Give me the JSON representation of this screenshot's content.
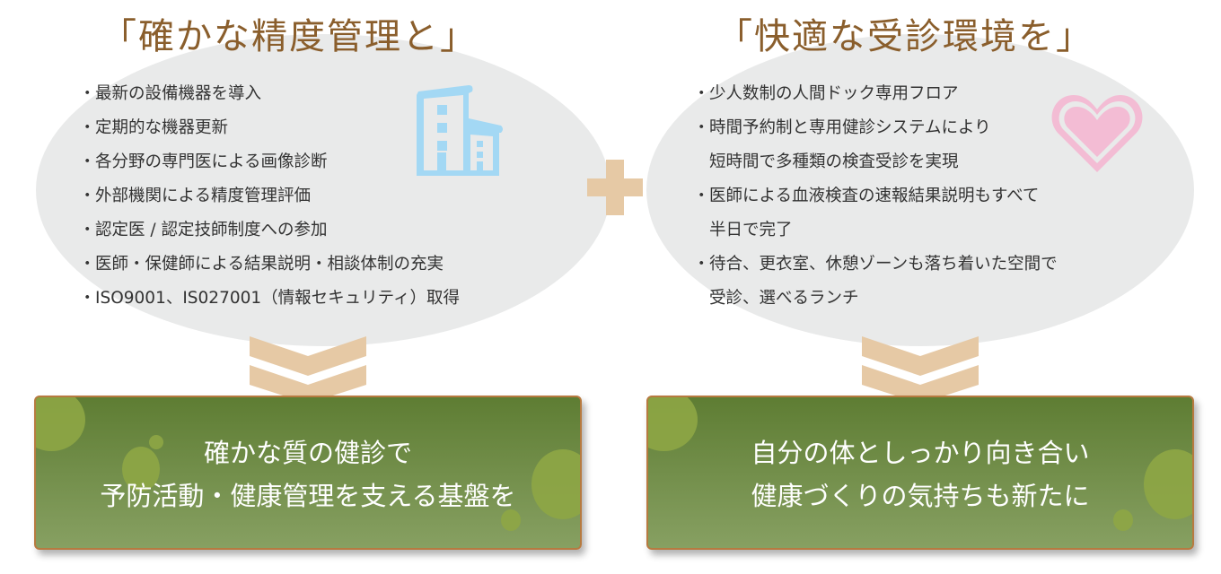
{
  "left": {
    "title": "「確かな精度管理と」",
    "bullet": "・",
    "items": [
      "最新の設備機器を導入",
      "定期的な機器更新",
      "各分野の専門医による画像診断",
      "外部機関による精度管理評価",
      "認定医 / 認定技師制度への参加",
      "医師・保健師による結果説明・相談体制の充実",
      "ISO9001、IS027001（情報セキュリティ）取得"
    ],
    "result_lines": [
      "確かな質の健診で",
      "予防活動・健康管理を支える基盤を"
    ]
  },
  "right": {
    "title": "「快適な受診環境を」",
    "bullet": "・",
    "items": [
      {
        "line1": "少人数制の人間ドック専用フロア"
      },
      {
        "line1": "時間予約制と専用健診システムにより",
        "line2": "短時間で多種類の検査受診を実現"
      },
      {
        "line1": "医師による血液検査の速報結果説明もすべて",
        "line2": "半日で完了"
      },
      {
        "line1": "待合、更衣室、休憩ゾーンも落ち着いた空間で",
        "line2": "受診、選べるランチ"
      }
    ],
    "result_lines": [
      "自分の体としっかり向き合い",
      "健康づくりの気持ちも新たに"
    ]
  },
  "colors": {
    "title": "#8a5e2c",
    "ellipse": "#e9eaea",
    "plus": "#e6c9a5",
    "building": "#a3d8f4",
    "heart": "#f3bcd4",
    "box_top": "#5e7d33",
    "box_border": "#b77a40"
  }
}
